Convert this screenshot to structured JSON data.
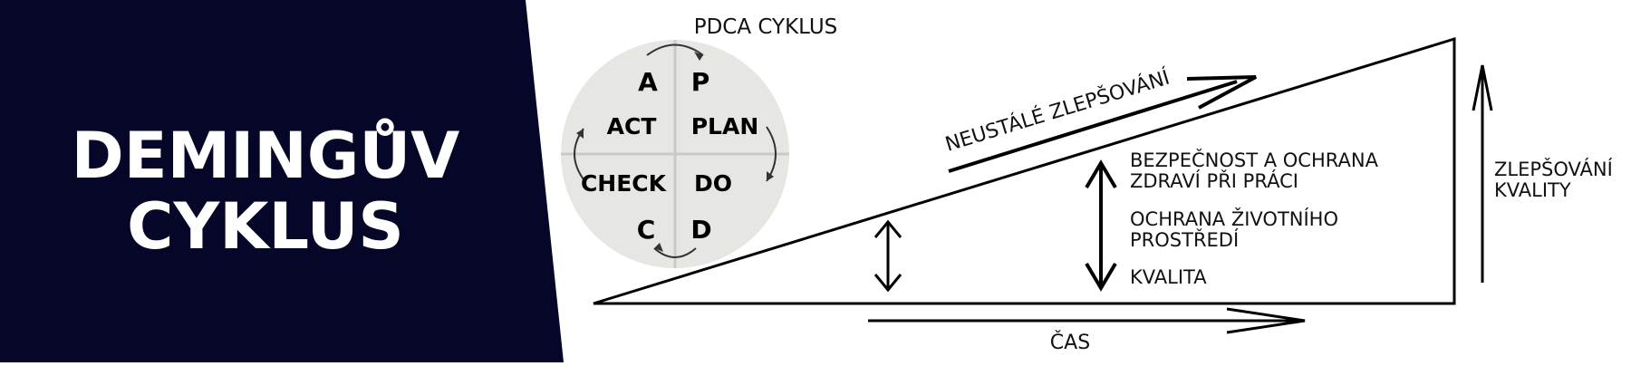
{
  "left_panel": {
    "title_line1": "DEMINGŮV",
    "title_line2": "CYKLUS",
    "background_color": "#050628"
  },
  "pdca": {
    "label": "PDCA CYKLUS",
    "circle_color": "#e6e6e2",
    "quadrants": {
      "a_letter": "A",
      "p_letter": "P",
      "act": "ACT",
      "plan": "PLAN",
      "check": "CHECK",
      "do": "DO",
      "c_letter": "C",
      "d_letter": "D"
    }
  },
  "diagram": {
    "improvement_label": "NEUSTÁLÉ ZLEPŠOVÁNÍ",
    "time_label": "ČAS",
    "quality_label_line1": "ZLEPŠOVÁNÍ",
    "quality_label_line2": "KVALITY",
    "areas": {
      "safety_line1": "BEZPEČNOST A OCHRANA",
      "safety_line2": "ZDRAVÍ PŘI PRÁCI",
      "environment_line1": "OCHRANA ŽIVOTNÍHO",
      "environment_line2": "PROSTŘEDÍ",
      "quality": "KVALITA"
    }
  }
}
